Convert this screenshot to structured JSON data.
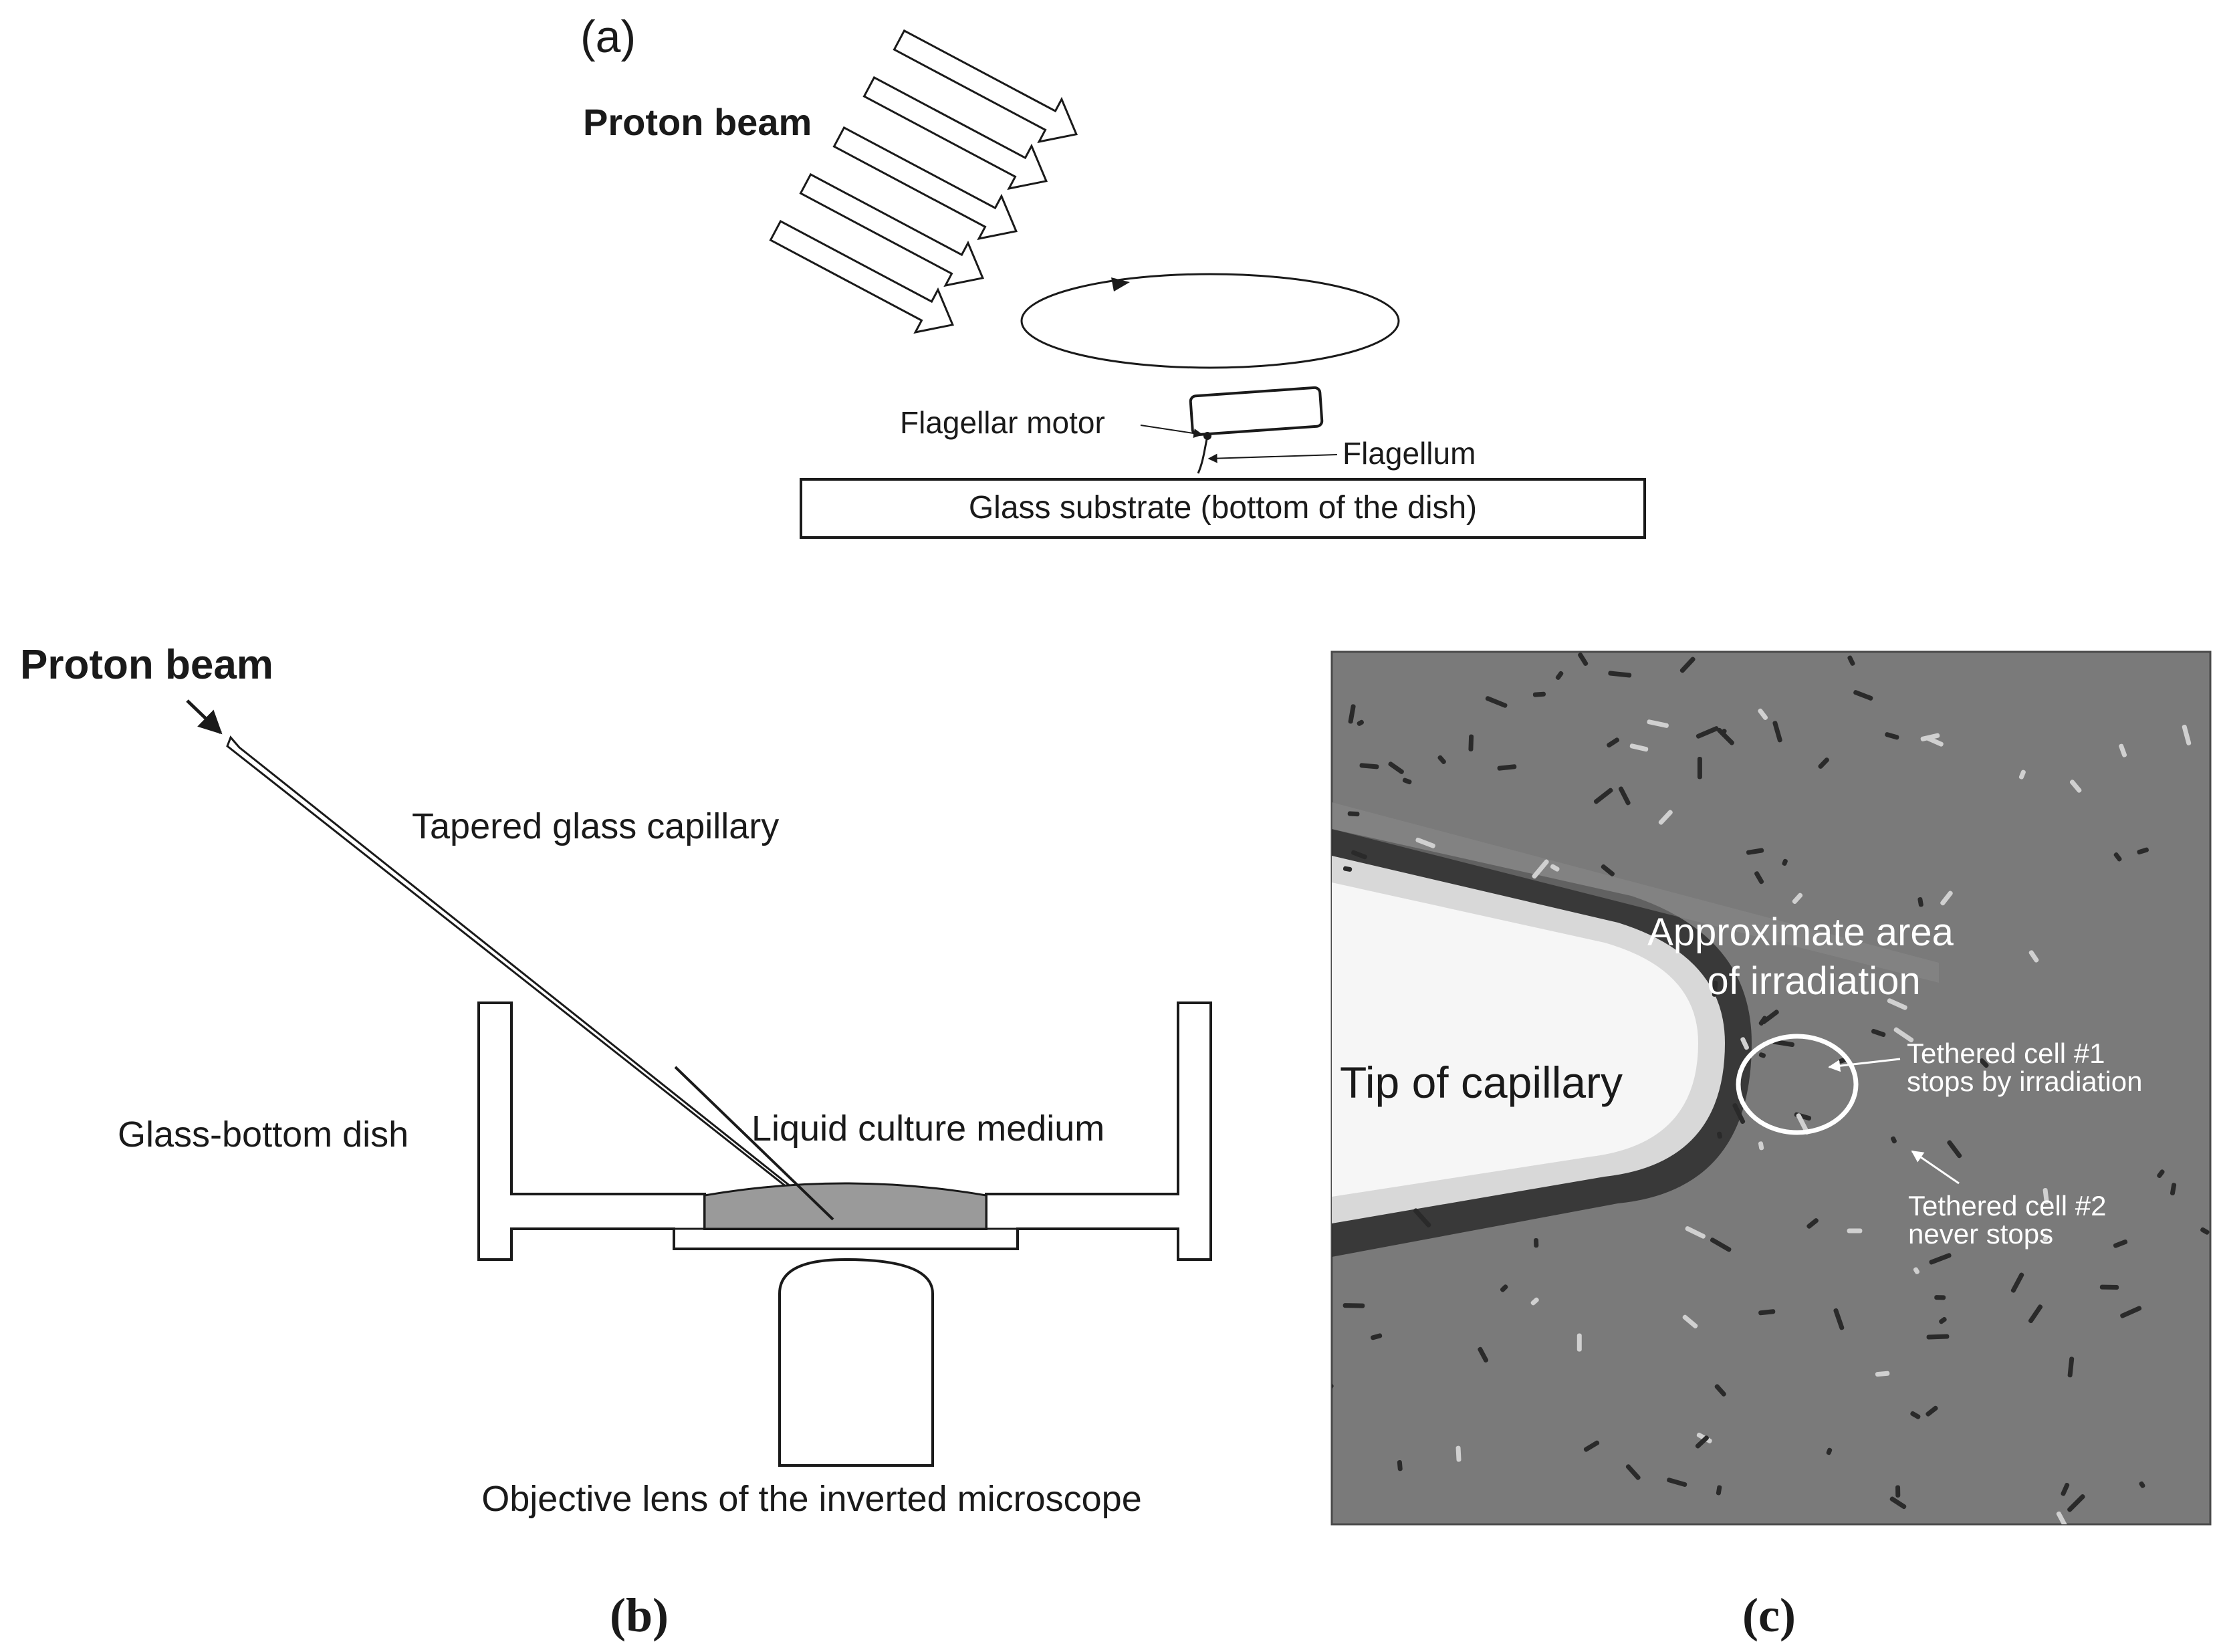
{
  "panel_a": {
    "label": "(a)",
    "proton_beam": "Proton beam",
    "flagellar_motor": "Flagellar motor",
    "flagellum": "Flagellum",
    "glass_substrate": "Glass substrate (bottom of the dish)"
  },
  "panel_b": {
    "proton_beam": "Proton beam",
    "capillary": "Tapered glass capillary",
    "dish": "Glass-bottom dish",
    "medium": "Liquid culture medium",
    "objective": "Objective lens of the inverted microscope",
    "caption": "(b)"
  },
  "panel_c": {
    "irradiation_line1": "Approximate area",
    "irradiation_line2": "of irradiation",
    "tip": "Tip of capillary",
    "cell1_line1": "Tethered cell #1",
    "cell1_line2": "stops  by irradiation",
    "cell2_line1": "Tethered cell #2",
    "cell2_line2": "never stops",
    "caption": "(c)"
  },
  "colors": {
    "ink": "#1a1a1a",
    "medium_fill": "#9a9a9a",
    "micrograph_bg": "#7a7a7a",
    "capillary_glow": "#f4f4f4"
  }
}
